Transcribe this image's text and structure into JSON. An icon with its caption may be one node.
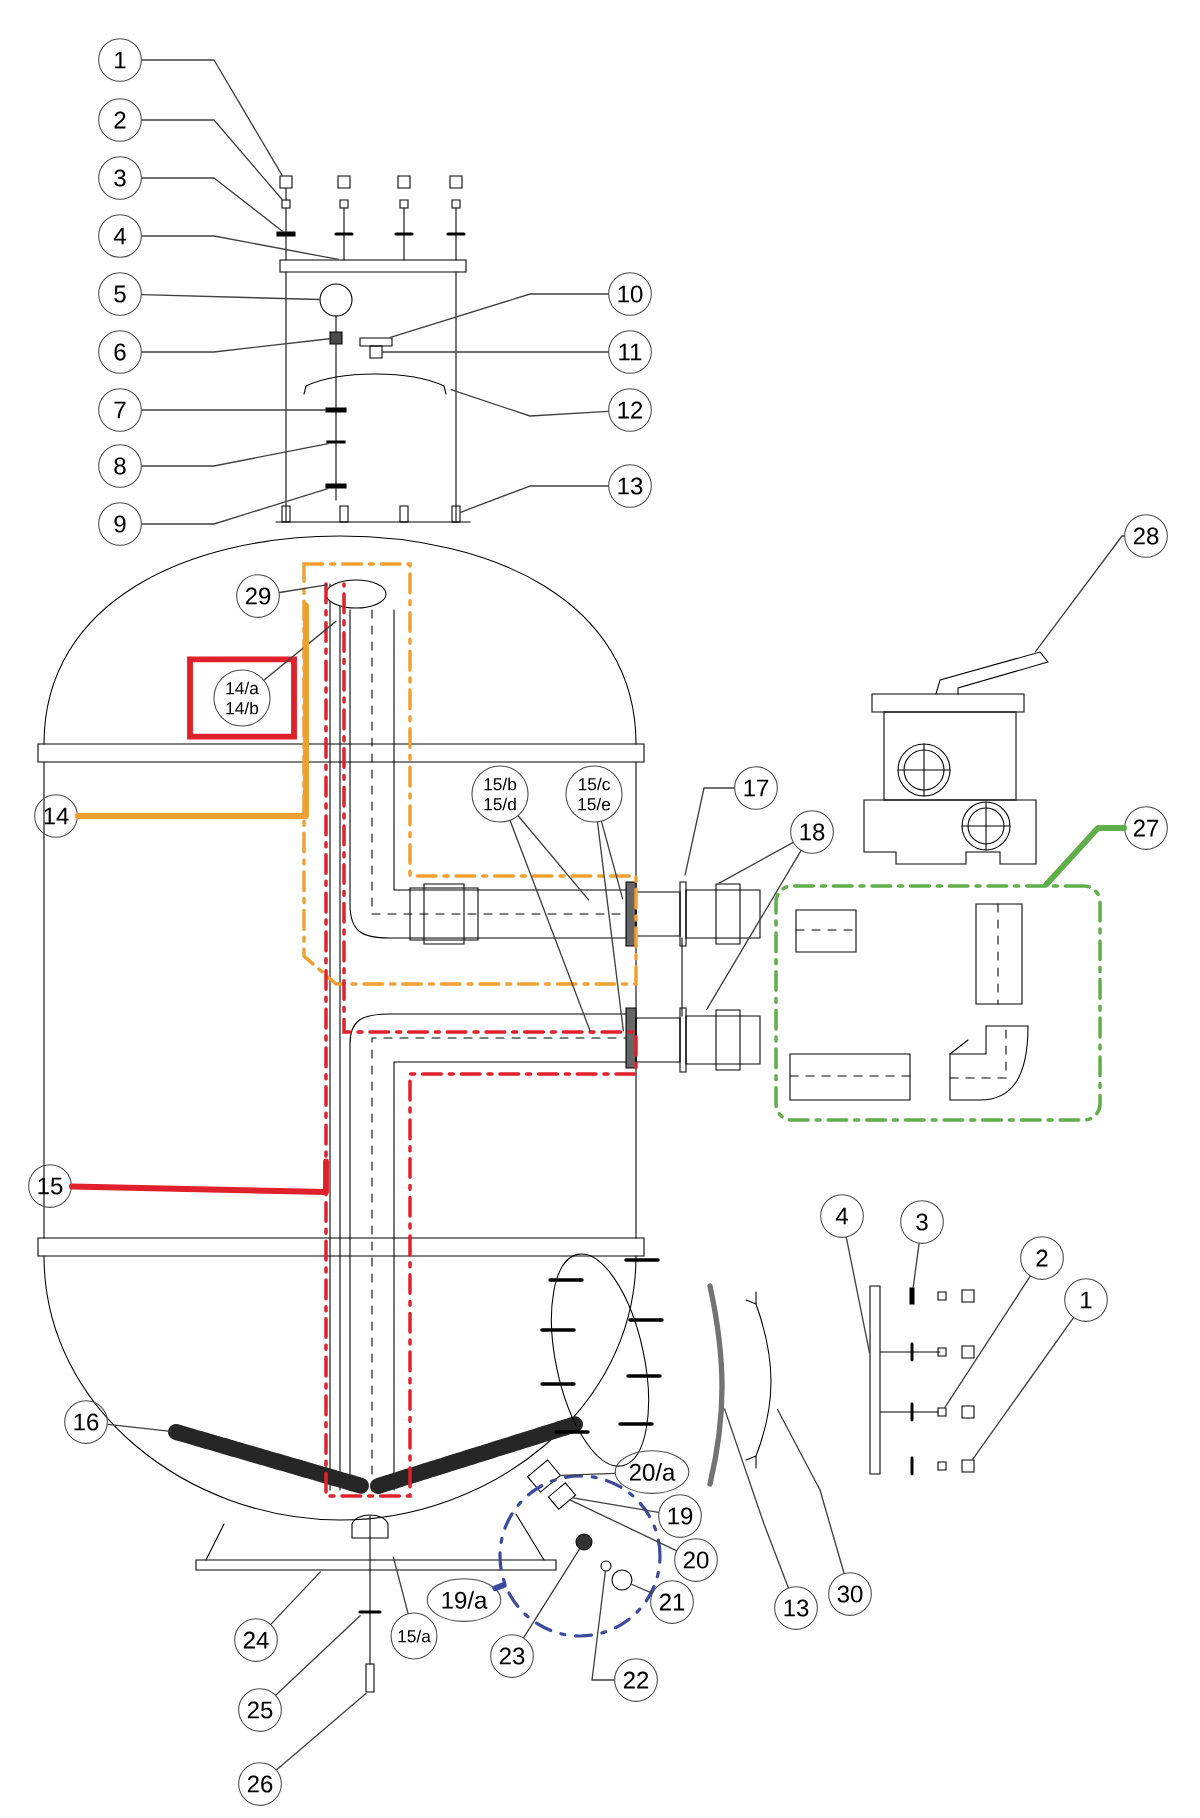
{
  "diagram": {
    "nodes": [
      {
        "text": [
          "1"
        ]
      },
      {
        "text": [
          "2"
        ]
      },
      {
        "text": [
          "3"
        ]
      },
      {
        "text": [
          "4"
        ]
      },
      {
        "text": [
          "5"
        ]
      },
      {
        "text": [
          "10"
        ]
      },
      {
        "text": [
          "6"
        ]
      },
      {
        "text": [
          "11"
        ]
      },
      {
        "text": [
          "7"
        ]
      },
      {
        "text": [
          "12"
        ]
      },
      {
        "text": [
          "8"
        ]
      },
      {
        "text": [
          "13"
        ]
      },
      {
        "text": [
          "9"
        ]
      },
      {
        "text": [
          "28"
        ]
      },
      {
        "text": [
          "29"
        ]
      },
      {
        "text": [],
        "shape": "box"
      },
      {
        "text": [
          "14/a 14/b"
        ],
        "in": 15
      },
      {
        "text": [
          "15/b 15/d"
        ]
      },
      {
        "text": [
          "15/c 15/e"
        ]
      },
      {
        "text": [
          "17"
        ]
      },
      {
        "text": [
          "14"
        ]
      },
      {
        "text": [
          "27"
        ]
      },
      {
        "text": [
          "18"
        ]
      },
      {
        "text": [
          "15"
        ]
      },
      {
        "text": [
          "4"
        ]
      },
      {
        "text": [
          "3"
        ]
      },
      {
        "text": [
          "2"
        ]
      },
      {
        "text": [
          "1"
        ]
      },
      {
        "text": [
          "16"
        ]
      },
      {
        "text": [
          "20/a"
        ]
      },
      {
        "text": [
          "19"
        ]
      },
      {
        "text": [
          "20"
        ]
      },
      {
        "text": [
          "30"
        ]
      },
      {
        "text": [
          "19/a"
        ]
      },
      {
        "text": [
          "13"
        ]
      },
      {
        "text": [
          "21"
        ]
      },
      {
        "text": [
          "15/a"
        ]
      },
      {
        "text": [
          "24"
        ]
      },
      {
        "text": [
          "23"
        ]
      },
      {
        "text": [
          "22"
        ]
      },
      {
        "text": [
          "25"
        ]
      },
      {
        "text": [
          "26"
        ]
      },
      {
        "text": [],
        "shape": "box"
      },
      {
        "text": [],
        "shape": "box"
      },
      {
        "text": [],
        "shape": "bar"
      },
      {
        "text": [],
        "shape": "box"
      },
      {
        "text": [],
        "shape": "circle"
      },
      {
        "text": [],
        "shape": "box"
      },
      {
        "text": [],
        "shape": "box"
      },
      {
        "text": [],
        "shape": "box"
      },
      {
        "text": [],
        "shape": "bar"
      },
      {
        "text": [],
        "shape": "bar"
      },
      {
        "text": [],
        "shape": "bar"
      },
      {
        "text": [],
        "shape": "box"
      },
      {
        "text": [],
        "shape": "picture"
      },
      {
        "text": [],
        "shape": "box"
      },
      {
        "text": [],
        "shape": "bar"
      },
      {
        "text": [],
        "shape": "bar"
      },
      {
        "text": [],
        "shape": "box"
      },
      {
        "text": [],
        "shape": "box"
      },
      {
        "text": [],
        "shape": "picture"
      },
      {
        "text": [],
        "shape": "picture"
      },
      {
        "text": [],
        "shape": "box"
      },
      {
        "text": [],
        "shape": "box",
        "in": 67
      },
      {
        "text": [],
        "shape": "circle",
        "in": 67
      },
      {
        "text": [],
        "shape": "circle",
        "in": 67
      },
      {
        "text": [],
        "shape": "circle",
        "in": 67
      },
      {
        "text": [],
        "shape": "circle"
      }
    ],
    "edges": [
      {
        "from": 0,
        "to": 42,
        "arrow": "none"
      },
      {
        "from": 1,
        "to": 43,
        "arrow": "none"
      },
      {
        "from": 2,
        "to": 44,
        "arrow": "none"
      },
      {
        "from": 3,
        "to": 45,
        "arrow": "none"
      },
      {
        "from": 4,
        "to": 46,
        "arrow": "none"
      },
      {
        "from": 5,
        "to": 47,
        "arrow": "none"
      },
      {
        "from": 6,
        "to": 48,
        "arrow": "none"
      },
      {
        "from": 7,
        "to": 49,
        "arrow": "none"
      },
      {
        "from": 8,
        "to": 50,
        "arrow": "none"
      },
      {
        "from": 9,
        "to": null,
        "arrow": "none"
      },
      {
        "from": 10,
        "to": 51,
        "arrow": "none"
      },
      {
        "from": 11,
        "to": 53,
        "arrow": "none"
      },
      {
        "from": 12,
        "to": 52,
        "arrow": "none"
      },
      {
        "from": 13,
        "to": 54,
        "arrow": "none"
      },
      {
        "from": 14,
        "to": null,
        "arrow": "none"
      },
      {
        "from": 16,
        "to": null,
        "arrow": "none"
      },
      {
        "from": 17,
        "to": null,
        "arrow": "none"
      },
      {
        "from": 17,
        "to": null,
        "arrow": "none"
      },
      {
        "from": 18,
        "to": null,
        "arrow": "none"
      },
      {
        "from": 18,
        "to": null,
        "arrow": "none"
      },
      {
        "from": 19,
        "to": null,
        "arrow": "none"
      },
      {
        "from": 20,
        "to": null,
        "arrow": "none",
        "style": "thick",
        "color": "#f0a030"
      },
      {
        "from": 21,
        "to": 55,
        "arrow": "none",
        "style": "thick",
        "color": "#5fae4a"
      },
      {
        "from": 22,
        "to": null,
        "arrow": "none"
      },
      {
        "from": 22,
        "to": null,
        "arrow": "none"
      },
      {
        "from": 23,
        "to": null,
        "arrow": "none",
        "style": "thick",
        "color": "#e0202a"
      },
      {
        "from": 24,
        "to": 56,
        "arrow": "none"
      },
      {
        "from": 25,
        "to": 57,
        "arrow": "none"
      },
      {
        "from": 26,
        "to": 58,
        "arrow": "none"
      },
      {
        "from": 27,
        "to": 59,
        "arrow": "none"
      },
      {
        "from": 28,
        "to": null,
        "arrow": "none"
      },
      {
        "from": 29,
        "to": 62,
        "arrow": "none"
      },
      {
        "from": 30,
        "to": 63,
        "arrow": "none"
      },
      {
        "from": 31,
        "to": 63,
        "arrow": "none"
      },
      {
        "from": 32,
        "to": 61,
        "arrow": "none"
      },
      {
        "from": 33,
        "to": 67,
        "arrow": "none",
        "style": "thick",
        "color": "#3a4aa0"
      },
      {
        "from": 34,
        "to": 60,
        "arrow": "none"
      },
      {
        "from": 35,
        "to": 66,
        "arrow": "none"
      },
      {
        "from": 36,
        "to": null,
        "arrow": "none"
      },
      {
        "from": 37,
        "to": null,
        "arrow": "none"
      },
      {
        "from": 38,
        "to": 64,
        "arrow": "none"
      },
      {
        "from": 39,
        "to": 65,
        "arrow": "none"
      },
      {
        "from": 40,
        "to": null,
        "arrow": "none"
      },
      {
        "from": 41,
        "to": null,
        "arrow": "none"
      }
    ]
  }
}
